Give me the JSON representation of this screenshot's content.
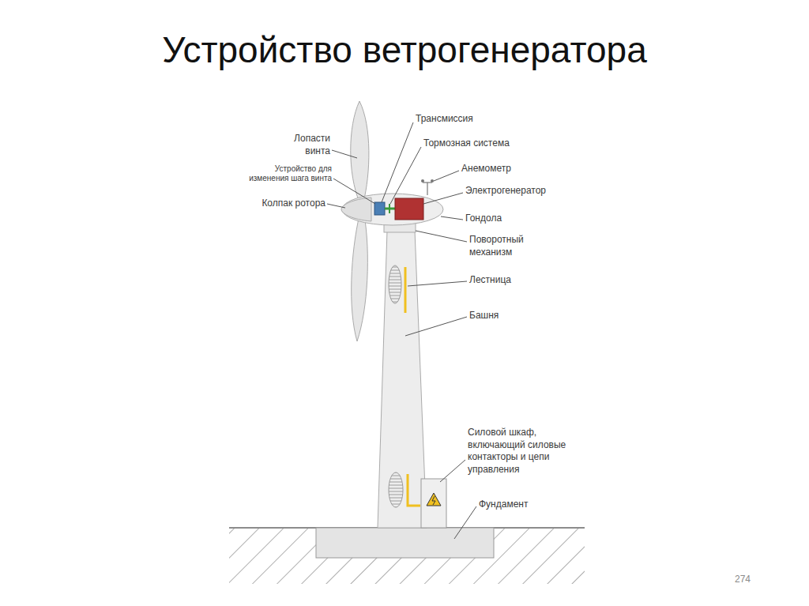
{
  "diagram": {
    "title": "Устройство ветрогенератора",
    "labels": [
      "Лопасти винта",
      "Устройство для изменения шага винта",
      "Колпак ротора",
      "Трансмиссия",
      "Тормозная система",
      "Анемометр",
      "Электрогенератор",
      "Гондола",
      "Поворотный механизм",
      "Лестница",
      "Башня",
      "Силовой шкаф, включающий силовые контакторы и цепи управления",
      "Фундамент",
      "274"
    ]
  }
}
